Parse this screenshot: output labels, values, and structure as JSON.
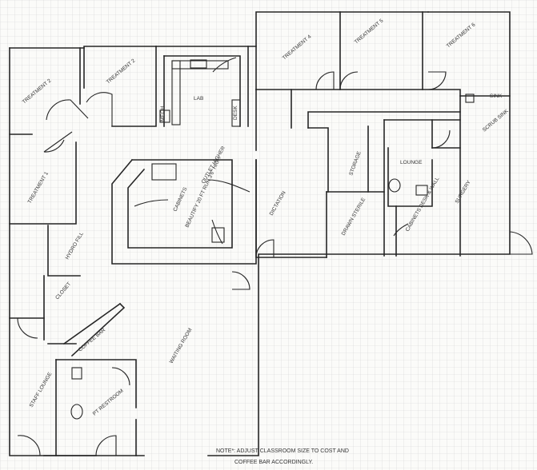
{
  "rooms": {
    "treatment_2_left": "TREATMENT 2",
    "treatment_2": "TREATMENT 2",
    "treatment_1": "TREATMENT 1",
    "treatment_4": "TREATMENT 4",
    "treatment_5": "TREATMENT 5",
    "treatment_6": "TREATMENT 6",
    "lab": "LAB",
    "dictation": "DICTATION",
    "storage": "STORAGE",
    "sterile": "DRAWN STERILE",
    "lounge": "LOUNGE",
    "surgery": "SURGERY",
    "hyd_fill": "HYDRO FILL",
    "closet": "CLOSET",
    "coffee_bar": "COFFEE BAR",
    "waiting": "WAITING ROOM",
    "pt_restroom": "PT RESTROOM",
    "staff_lounge": "STAFF LOUNGE"
  },
  "annotations": {
    "cabinets_note": "CABINETS",
    "cabinets_note2": "BEAUTIFY 20 FT RUN 3'6\" HIGH",
    "outlet_note": "OUTLET HIGHER",
    "desk": "DESK",
    "sink": "SINK",
    "scrub_sink": "SCRUB SINK",
    "mech": "MECH",
    "cabinets_desk": "CABINETS DESK & WALL"
  },
  "note": {
    "line1": "NOTE*:  ADJUST CLASSROOM SIZE TO COST AND",
    "line2": "COFFEE BAR ACCORDINGLY."
  }
}
